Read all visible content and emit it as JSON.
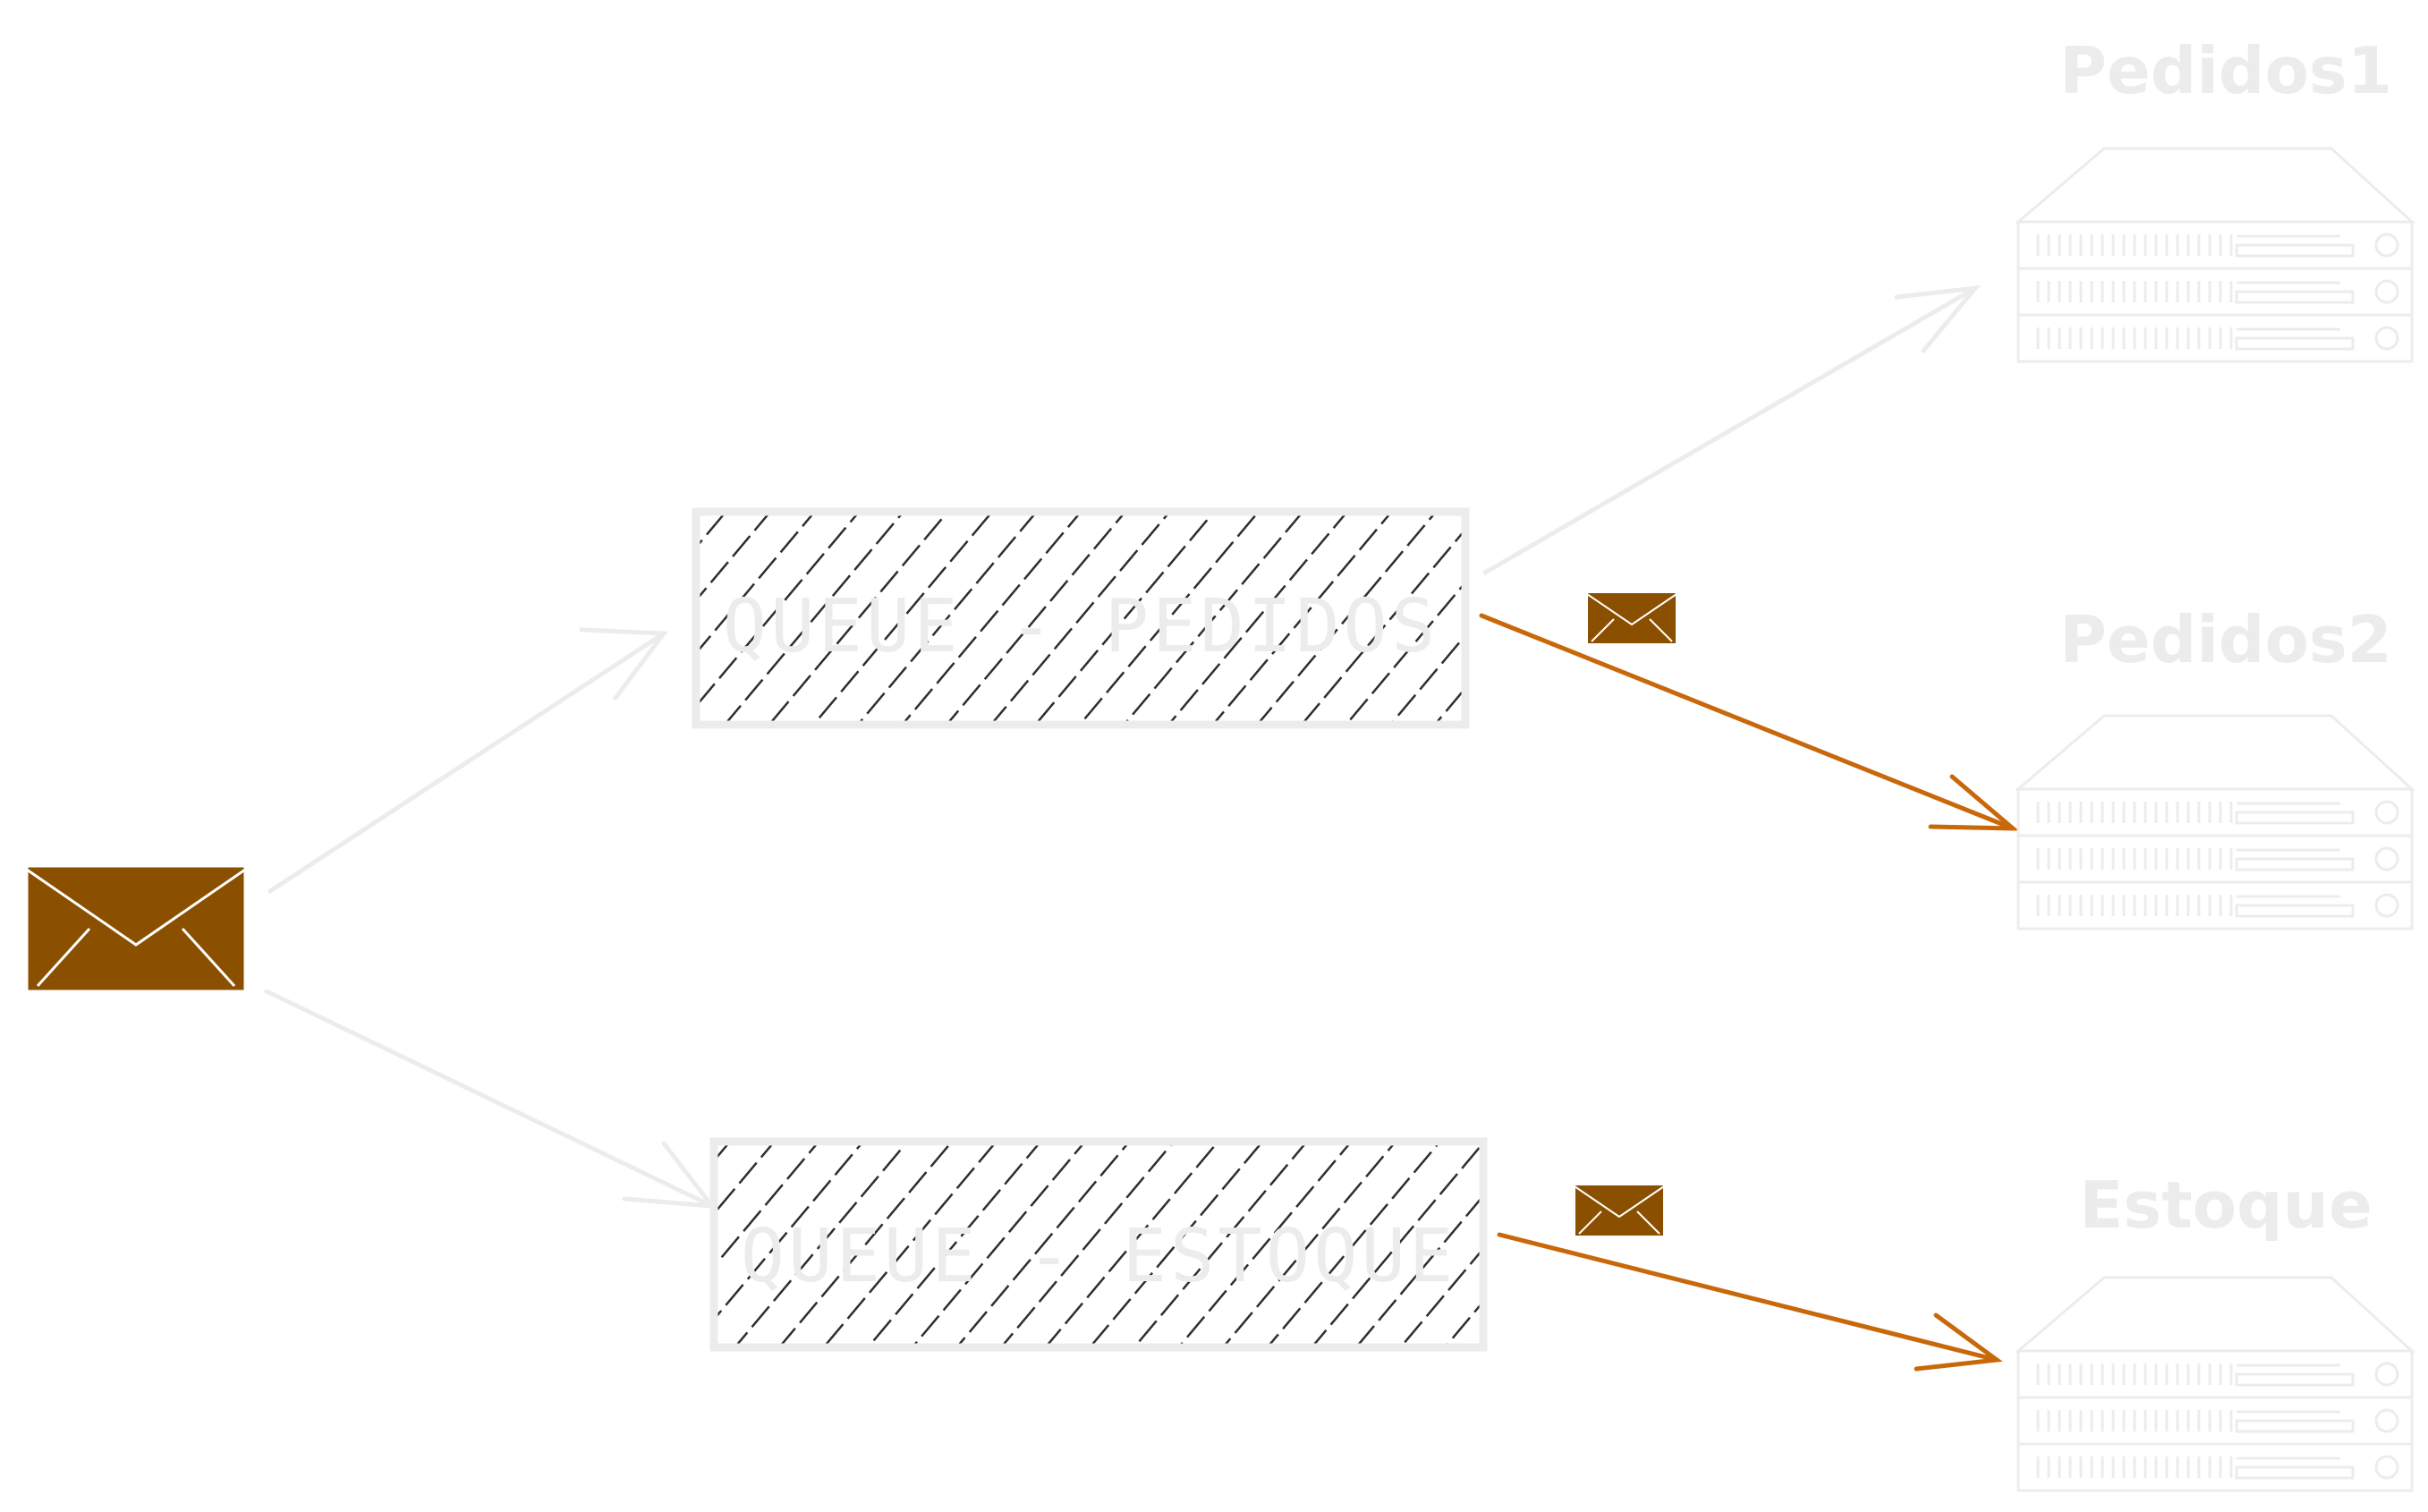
{
  "colors": {
    "background": "#ffffff",
    "faded": "#ececec",
    "accent_arrow": "#c8680a",
    "envelope_fill": "#8b4f00",
    "hatch": "#2e2e2e"
  },
  "source": {
    "icon": "envelope-icon"
  },
  "queues": [
    {
      "label": "QUEUE - PEDIDOS"
    },
    {
      "label": "QUEUE - ESTOQUE"
    }
  ],
  "servers": [
    {
      "label": "Pedidos1",
      "icon": "server-icon"
    },
    {
      "label": "Pedidos2",
      "icon": "server-icon"
    },
    {
      "label": "Estoque",
      "icon": "server-icon"
    }
  ]
}
